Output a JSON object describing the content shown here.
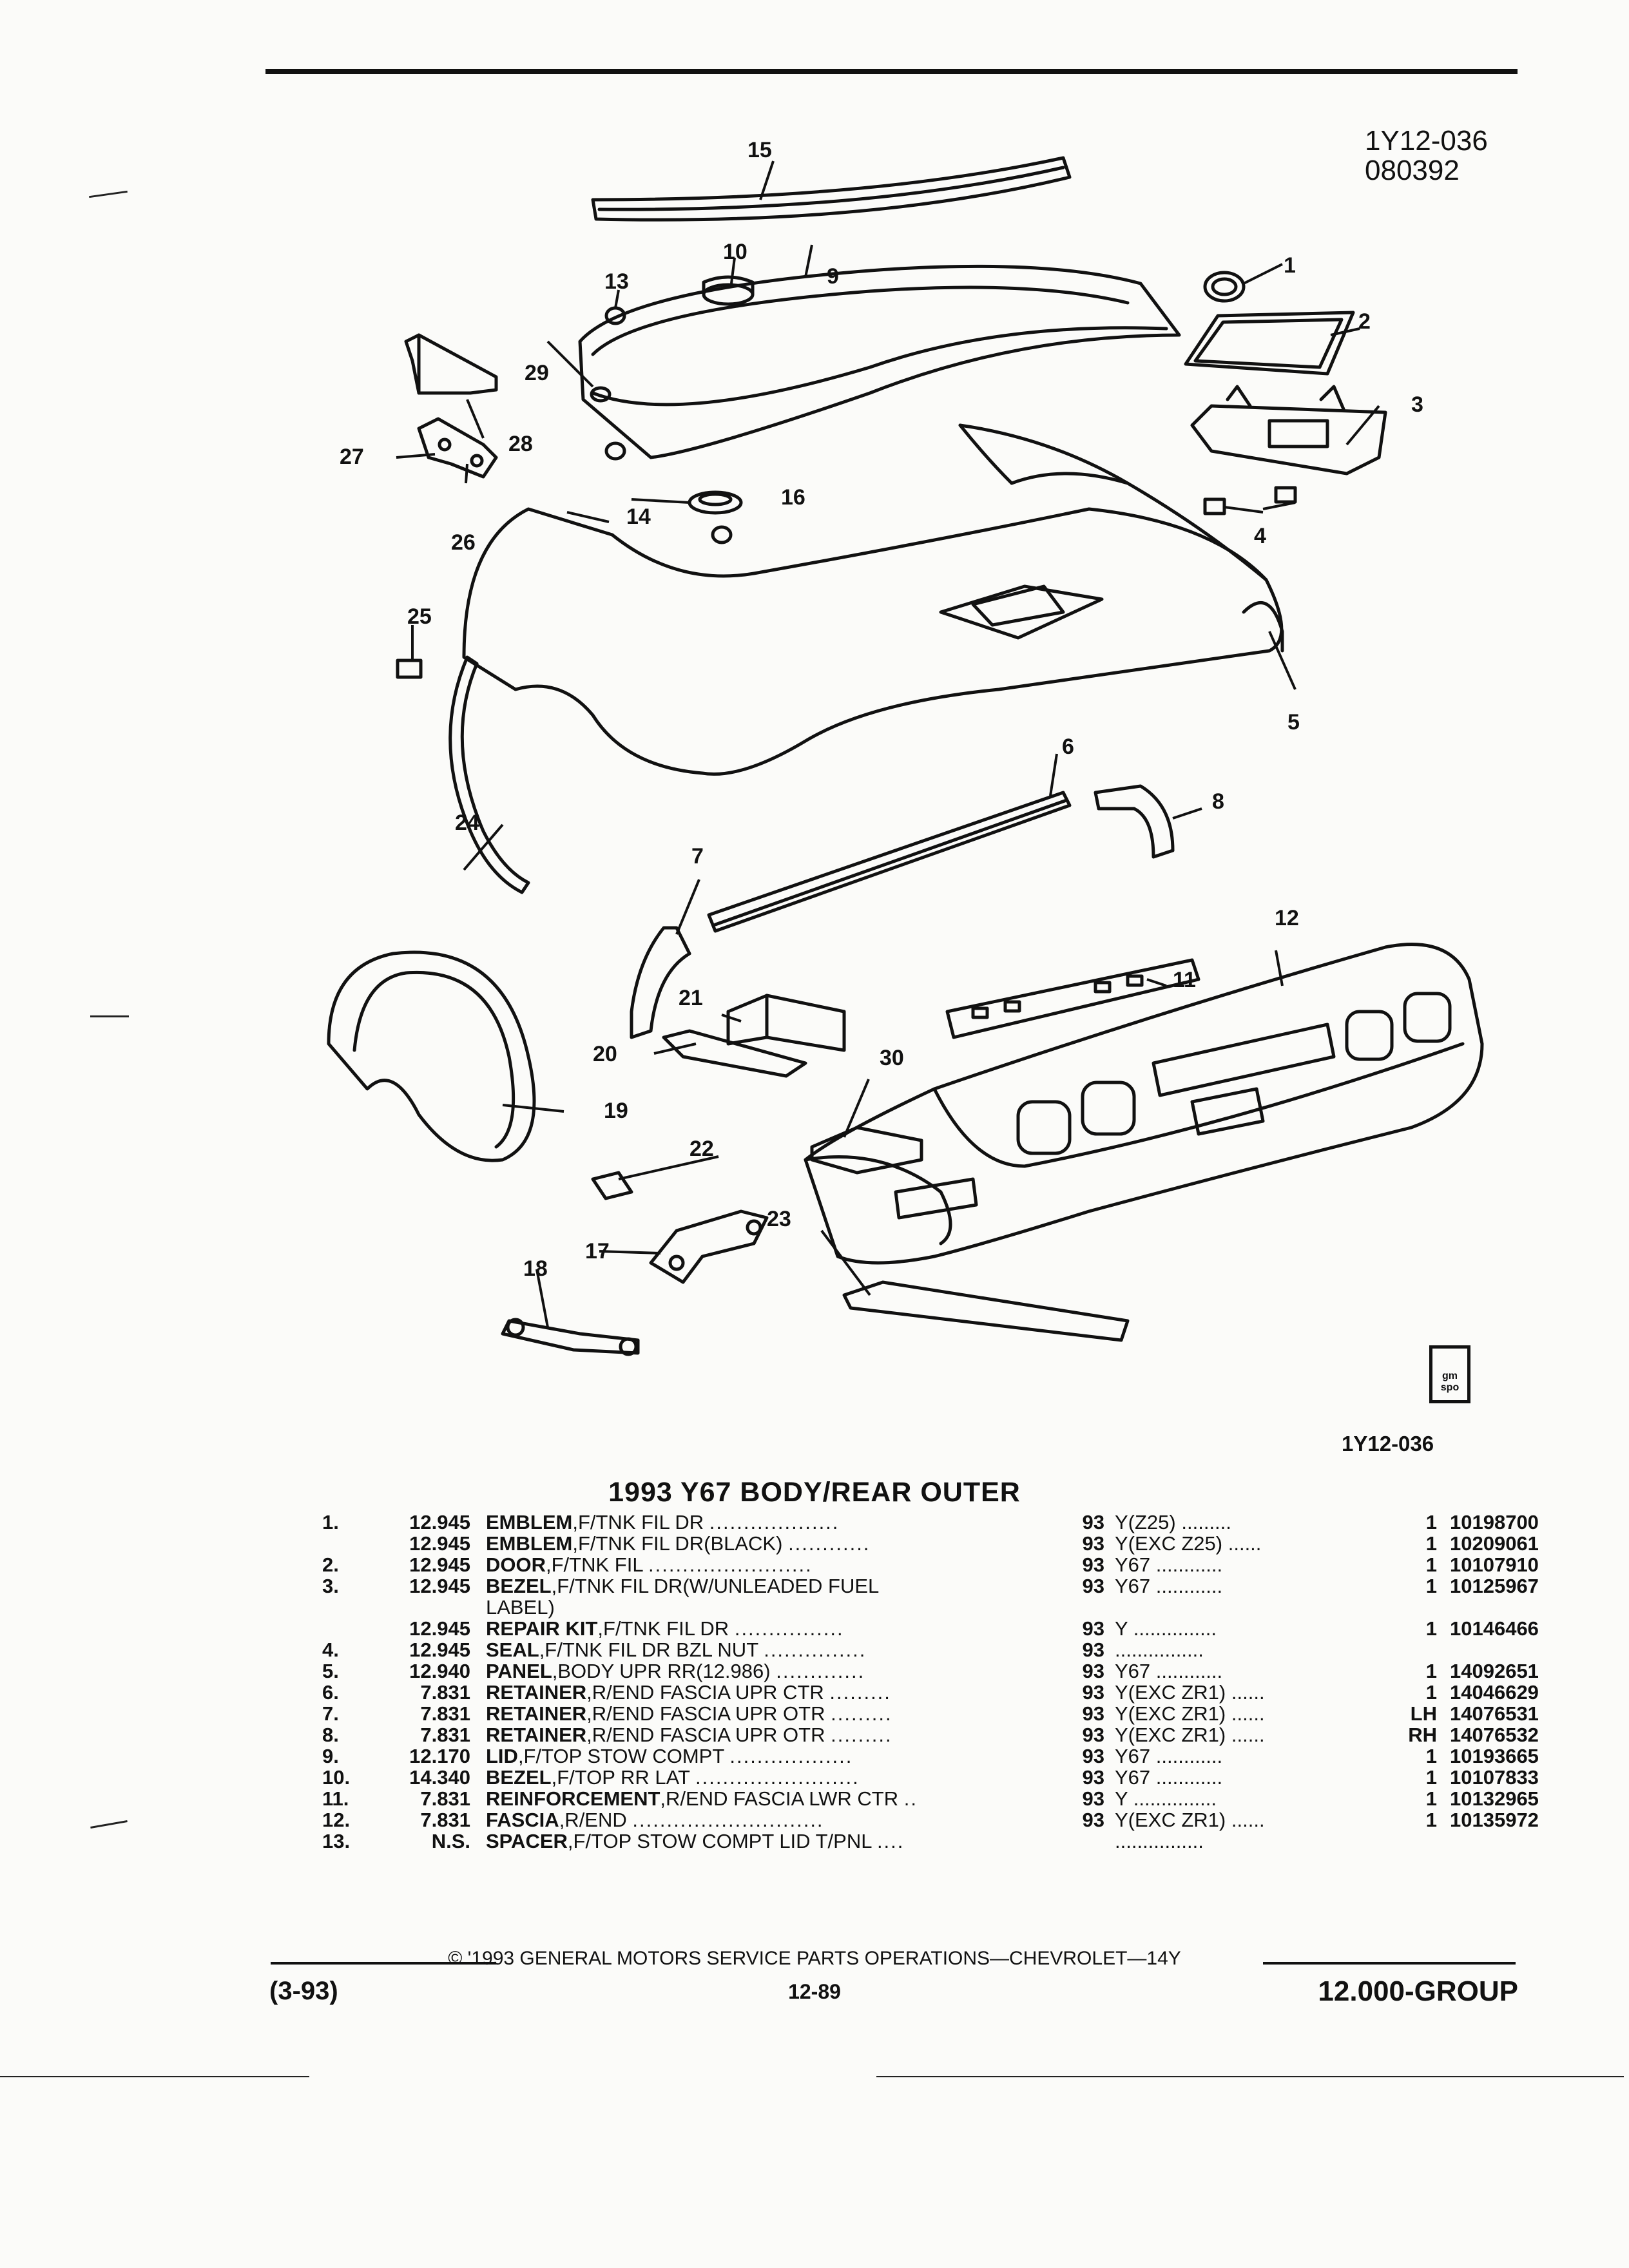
{
  "figure": {
    "code": "1Y12-036",
    "date_code": "080392",
    "ref_below_drawing": "1Y12-036",
    "callouts": [
      "1",
      "2",
      "3",
      "4",
      "5",
      "6",
      "7",
      "8",
      "9",
      "10",
      "11",
      "12",
      "13",
      "14",
      "15",
      "16",
      "17",
      "18",
      "19",
      "20",
      "21",
      "22",
      "23",
      "24",
      "25",
      "26",
      "27",
      "28",
      "29",
      "30"
    ]
  },
  "logo": {
    "text": "gm spo"
  },
  "section_title": "1993 Y67 BODY/REAR OUTER",
  "parts": [
    {
      "item": "1.",
      "group": "12.945",
      "name": "EMBLEM",
      "desc": ",F/TNK FIL DR",
      "dots": "...................",
      "year": "93",
      "usage": "Y(Z25)",
      "udots": ".........",
      "qty": "1",
      "part": "10198700"
    },
    {
      "item": "",
      "group": "12.945",
      "name": "EMBLEM",
      "desc": ",F/TNK FIL DR(BLACK)",
      "dots": "............",
      "year": "93",
      "usage": "Y(EXC Z25)",
      "udots": "......",
      "qty": "1",
      "part": "10209061"
    },
    {
      "item": "2.",
      "group": "12.945",
      "name": "DOOR",
      "desc": ",F/TNK FIL",
      "dots": "........................",
      "year": "93",
      "usage": "Y67",
      "udots": "............",
      "qty": "1",
      "part": "10107910"
    },
    {
      "item": "3.",
      "group": "12.945",
      "name": "BEZEL",
      "desc": ",F/TNK FIL DR(W/UNLEADED FUEL",
      "dots": "",
      "year": "93",
      "usage": "Y67",
      "udots": "............",
      "qty": "1",
      "part": "10125967"
    },
    {
      "item": "",
      "group": "",
      "name": "",
      "desc": "LABEL)",
      "dots": "",
      "year": "",
      "usage": "",
      "udots": "",
      "qty": "",
      "part": ""
    },
    {
      "item": "",
      "group": "12.945",
      "name": "REPAIR KIT",
      "desc": ",F/TNK FIL DR",
      "dots": "................",
      "year": "93",
      "usage": "Y",
      "udots": "...............",
      "qty": "1",
      "part": "10146466"
    },
    {
      "item": "4.",
      "group": "12.945",
      "name": "SEAL",
      "desc": ",F/TNK FIL DR BZL NUT",
      "dots": "...............",
      "year": "93",
      "usage": "",
      "udots": "................",
      "qty": "",
      "part": ""
    },
    {
      "item": "5.",
      "group": "12.940",
      "name": "PANEL",
      "desc": ",BODY UPR RR(12.986)",
      "dots": ".............",
      "year": "93",
      "usage": "Y67",
      "udots": "............",
      "qty": "1",
      "part": "14092651"
    },
    {
      "item": "6.",
      "group": "7.831",
      "name": "RETAINER",
      "desc": ",R/END FASCIA UPR CTR",
      "dots": ".........",
      "year": "93",
      "usage": "Y(EXC ZR1)",
      "udots": "......",
      "qty": "1",
      "part": "14046629"
    },
    {
      "item": "7.",
      "group": "7.831",
      "name": "RETAINER",
      "desc": ",R/END FASCIA UPR OTR",
      "dots": ".........",
      "year": "93",
      "usage": "Y(EXC ZR1)",
      "udots": "......",
      "qty": "LH",
      "part": "14076531"
    },
    {
      "item": "8.",
      "group": "7.831",
      "name": "RETAINER",
      "desc": ",R/END FASCIA UPR OTR",
      "dots": ".........",
      "year": "93",
      "usage": "Y(EXC ZR1)",
      "udots": "......",
      "qty": "RH",
      "part": "14076532"
    },
    {
      "item": "9.",
      "group": "12.170",
      "name": "LID",
      "desc": ",F/TOP STOW COMPT",
      "dots": "..................",
      "year": "93",
      "usage": "Y67",
      "udots": "............",
      "qty": "1",
      "part": "10193665"
    },
    {
      "item": "10.",
      "group": "14.340",
      "name": "BEZEL",
      "desc": ",F/TOP RR LAT",
      "dots": "........................",
      "year": "93",
      "usage": "Y67",
      "udots": "............",
      "qty": "1",
      "part": "10107833"
    },
    {
      "item": "11.",
      "group": "7.831",
      "name": "REINFORCEMENT",
      "desc": ",R/END FASCIA LWR CTR",
      "dots": "..",
      "year": "93",
      "usage": "Y",
      "udots": "...............",
      "qty": "1",
      "part": "10132965"
    },
    {
      "item": "12.",
      "group": "7.831",
      "name": "FASCIA",
      "desc": ",R/END",
      "dots": "............................",
      "year": "93",
      "usage": "Y(EXC ZR1)",
      "udots": "......",
      "qty": "1",
      "part": "10135972"
    },
    {
      "item": "13.",
      "group": "N.S.",
      "name": "SPACER",
      "desc": ",F/TOP STOW COMPT LID T/PNL",
      "dots": "....",
      "year": "",
      "usage": "",
      "udots": "................",
      "qty": "",
      "part": ""
    }
  ],
  "footer": {
    "copyright": "© '1993 GENERAL MOTORS SERVICE PARTS OPERATIONS—CHEVROLET—14Y",
    "date": "(3-93)",
    "page": "12-89",
    "group": "12.000-GROUP"
  }
}
